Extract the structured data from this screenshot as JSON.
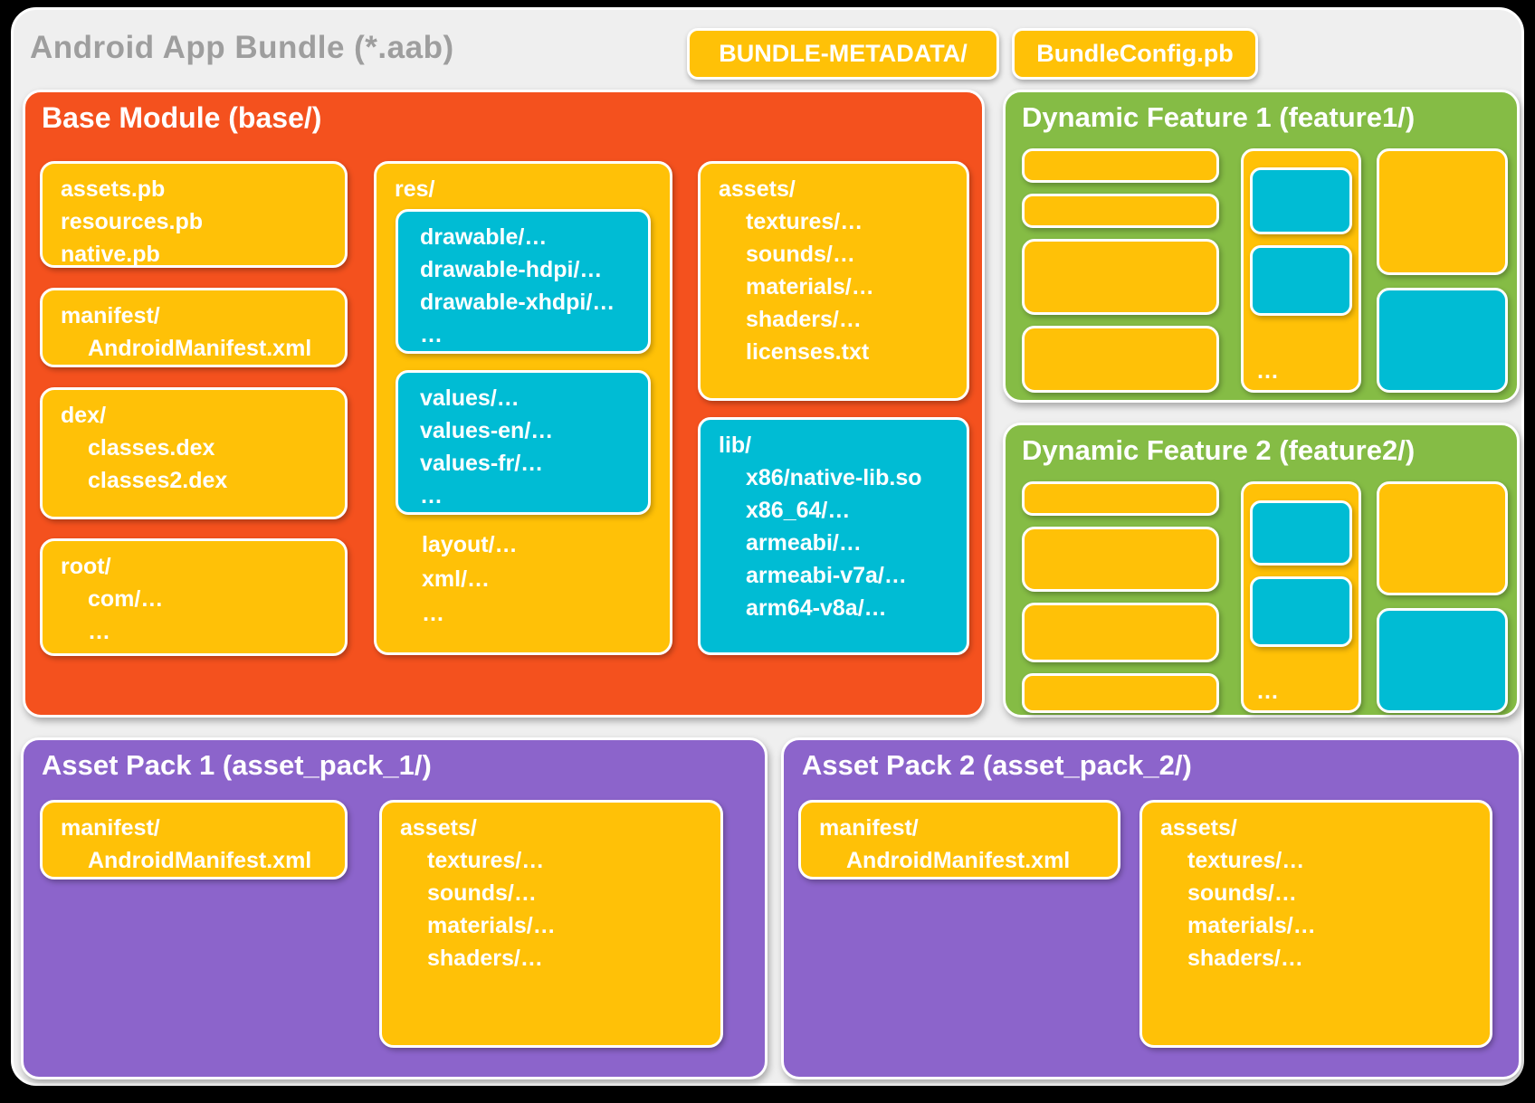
{
  "colors": {
    "orange": "#F4511E",
    "yellow": "#FFC107",
    "cyan": "#00BCD4",
    "green": "#85BC45",
    "purple": "#8C64CB",
    "background": "#EFEFEF",
    "title_text": "#9E9E9E"
  },
  "header": {
    "title": "Android App Bundle (*.aab)",
    "bundle_metadata_pill": "BUNDLE-METADATA/",
    "bundle_config_pill": "BundleConfig.pb"
  },
  "base_module": {
    "title": "Base Module (base/)",
    "pb_box": {
      "lines": [
        {
          "t": "assets.pb",
          "i": 0
        },
        {
          "t": "resources.pb",
          "i": 0
        },
        {
          "t": "native.pb",
          "i": 0
        }
      ]
    },
    "manifest_box": {
      "lines": [
        {
          "t": "manifest/",
          "i": 0
        },
        {
          "t": "AndroidManifest.xml",
          "i": 1
        }
      ]
    },
    "dex_box": {
      "lines": [
        {
          "t": "dex/",
          "i": 0
        },
        {
          "t": "classes.dex",
          "i": 1
        },
        {
          "t": "classes2.dex",
          "i": 1
        },
        {
          "t": "…",
          "i": 1
        }
      ]
    },
    "root_box": {
      "lines": [
        {
          "t": "root/",
          "i": 0
        },
        {
          "t": "com/…",
          "i": 1
        },
        {
          "t": "…",
          "i": 1
        }
      ]
    },
    "res_box": {
      "label": "res/",
      "drawable_box": {
        "lines": [
          {
            "t": "drawable/…",
            "i": 0
          },
          {
            "t": "drawable-hdpi/…",
            "i": 0
          },
          {
            "t": "drawable-xhdpi/…",
            "i": 0
          },
          {
            "t": "…",
            "i": 0
          }
        ]
      },
      "values_box": {
        "lines": [
          {
            "t": "values/…",
            "i": 0
          },
          {
            "t": "values-en/…",
            "i": 0
          },
          {
            "t": "values-fr/…",
            "i": 0
          },
          {
            "t": "…",
            "i": 0
          }
        ]
      },
      "tail": {
        "lines": [
          {
            "t": "layout/…",
            "i": 0
          },
          {
            "t": "xml/…",
            "i": 0
          },
          {
            "t": "…",
            "i": 0
          }
        ]
      }
    },
    "assets_box": {
      "lines": [
        {
          "t": "assets/",
          "i": 0
        },
        {
          "t": "textures/…",
          "i": 1
        },
        {
          "t": "sounds/…",
          "i": 1
        },
        {
          "t": "materials/…",
          "i": 1
        },
        {
          "t": "shaders/…",
          "i": 1
        },
        {
          "t": "licenses.txt",
          "i": 1
        }
      ]
    },
    "lib_box": {
      "lines": [
        {
          "t": "lib/",
          "i": 0
        },
        {
          "t": "x86/native-lib.so",
          "i": 1
        },
        {
          "t": "x86_64/…",
          "i": 1
        },
        {
          "t": "armeabi/…",
          "i": 1
        },
        {
          "t": "armeabi-v7a/…",
          "i": 1
        },
        {
          "t": "arm64-v8a/…",
          "i": 1
        }
      ]
    }
  },
  "features": [
    {
      "title": "Dynamic Feature 1 (feature1/)",
      "ellipsis": "…"
    },
    {
      "title": "Dynamic Feature 2 (feature2/)",
      "ellipsis": "…"
    }
  ],
  "asset_packs": [
    {
      "title": "Asset Pack 1 (asset_pack_1/)",
      "manifest_box": {
        "lines": [
          {
            "t": "manifest/",
            "i": 0
          },
          {
            "t": "AndroidManifest.xml",
            "i": 1
          }
        ]
      },
      "assets_box": {
        "lines": [
          {
            "t": "assets/",
            "i": 0
          },
          {
            "t": "textures/…",
            "i": 1
          },
          {
            "t": "sounds/…",
            "i": 1
          },
          {
            "t": "materials/…",
            "i": 1
          },
          {
            "t": "shaders/…",
            "i": 1
          }
        ]
      }
    },
    {
      "title": "Asset Pack 2 (asset_pack_2/)",
      "manifest_box": {
        "lines": [
          {
            "t": "manifest/",
            "i": 0
          },
          {
            "t": "AndroidManifest.xml",
            "i": 1
          }
        ]
      },
      "assets_box": {
        "lines": [
          {
            "t": "assets/",
            "i": 0
          },
          {
            "t": "textures/…",
            "i": 1
          },
          {
            "t": "sounds/…",
            "i": 1
          },
          {
            "t": "materials/…",
            "i": 1
          },
          {
            "t": "shaders/…",
            "i": 1
          }
        ]
      }
    }
  ]
}
